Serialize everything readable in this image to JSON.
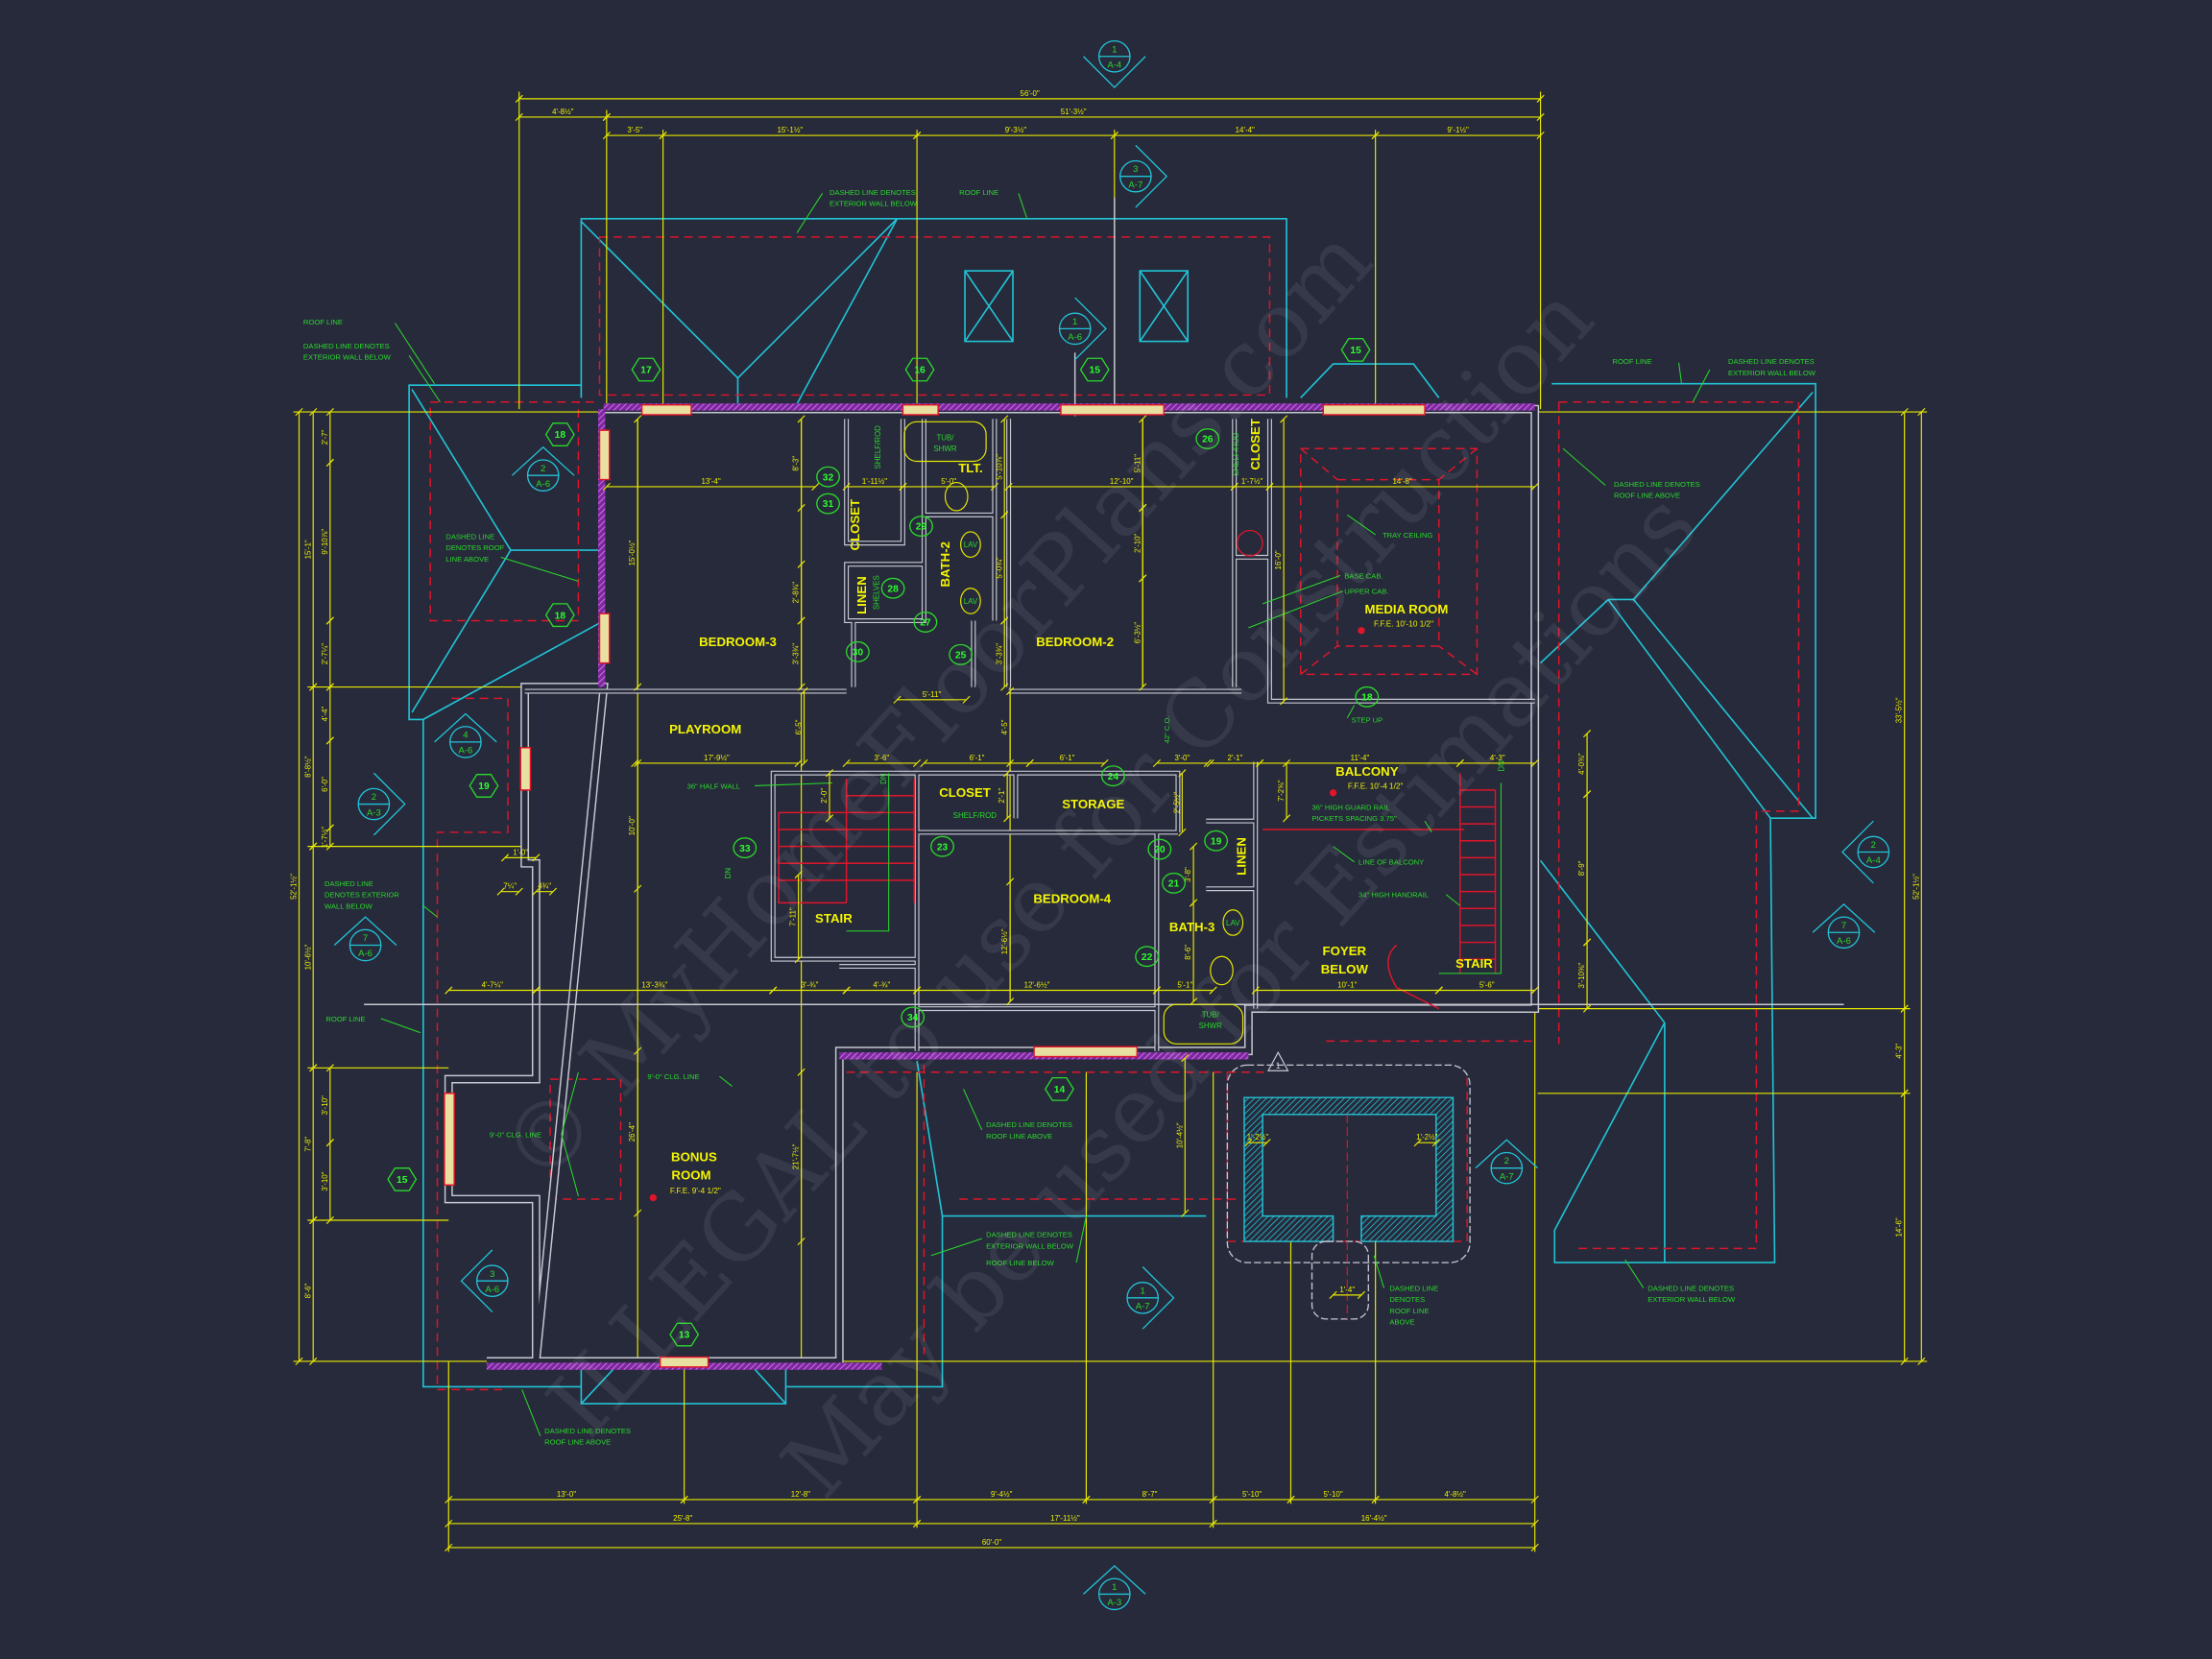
{
  "colors": {
    "background": "#262a3b",
    "dimension": "#f0f000",
    "roof_line": "#22c3d6",
    "exterior_wall_below": "#e0152a",
    "notes": "#2bd92b",
    "walls": "#c8c8d2",
    "hatched_wall": "#c040e0"
  },
  "rooms": {
    "bedroom_3": "BEDROOM-3",
    "bedroom_2": "BEDROOM-2",
    "playroom": "PLAYROOM",
    "bedroom_4": "BEDROOM-4",
    "stair_1": "STAIR",
    "stair_2": "STAIR",
    "closet_1": "CLOSET",
    "closet_2": "CLOSET",
    "closet_3": "CLOSET",
    "storage": "STORAGE",
    "bath_2": "BATH-2",
    "bath_3": "BATH-3",
    "linen_1": "LINEN",
    "linen_2": "LINEN",
    "tlt": "TLT.",
    "media_room": "MEDIA ROOM",
    "balcony": "BALCONY",
    "foyer_1": "FOYER",
    "foyer_2": "BELOW",
    "bonus_1": "BONUS",
    "bonus_2": "ROOM"
  },
  "ffe": {
    "media_room": "F.F.E. 10'-10 1/2\"",
    "balcony": "F.F.E. 10'-4 1/2\"",
    "bonus_room": "F.F.E. 9'-4 1/2\""
  },
  "fixtures": {
    "tub_1a": "TUB/",
    "tub_1b": "SHWR",
    "tub_2a": "TUB/",
    "tub_2b": "SHWR",
    "lav_1": "LAV",
    "lav_2": "LAV",
    "lav_3": "LAV",
    "shelf_rod_1": "SHELF/ROD",
    "shelf_rod_2": "SHELF/ROD",
    "shelf_rod_3": "SHELF/ROD",
    "shelves": "SHELVES",
    "dn_1": "DN",
    "dn_2": "DN",
    "dn_3": "DN"
  },
  "notes": [
    [
      "DASHED LINE DENOTES",
      "EXTERIOR WALL BELOW"
    ],
    [
      "ROOF LINE"
    ],
    [
      "ROOF LINE"
    ],
    [
      "DASHED LINE DENOTES",
      "EXTERIOR WALL BELOW"
    ],
    [
      "DASHED LINE",
      "DENOTES ROOF",
      "LINE ABOVE"
    ],
    [
      "ROOF LINE"
    ],
    [
      "DASHED LINE DENOTES",
      "EXTERIOR WALL BELOW"
    ],
    [
      "DASHED LINE DENOTES",
      "ROOF LINE ABOVE"
    ],
    [
      "TRAY CEILING"
    ],
    [
      "BASE CAB."
    ],
    [
      "UPPER CAB."
    ],
    [
      "STEP UP"
    ],
    [
      "36\" HIGH GUARD RAIL",
      "PICKETS SPACING 3.75\""
    ],
    [
      "LINE OF BALCONY"
    ],
    [
      "34\" HIGH HANDRAIL"
    ],
    [
      "36\" HALF WALL"
    ],
    [
      "42\" C.O."
    ],
    [
      "DASHED LINE",
      "DENOTES EXTERIOR",
      "WALL BELOW"
    ],
    [
      "ROOF LINE"
    ],
    [
      "9'-0\" CLG. LINE"
    ],
    [
      "9'-0\" CLG. LINE"
    ],
    [
      "DASHED LINE DENOTES",
      "ROOF LINE ABOVE"
    ],
    [
      "DASHED LINE DENOTES",
      "EXTERIOR WALL BELOW"
    ],
    [
      "ROOF LINE BELOW"
    ],
    [
      "DASHED LINE DENOTES",
      "ROOF LINE ABOVE"
    ],
    [
      "DASHED LINE",
      "DENOTES",
      "ROOF LINE",
      "ABOVE"
    ],
    [
      "DASHED LINE DENOTES",
      "EXTERIOR WALL BELOW"
    ]
  ],
  "door_tags": [
    "32",
    "31",
    "29",
    "28",
    "27",
    "30",
    "25",
    "26",
    "24",
    "23",
    "33",
    "20",
    "21",
    "19",
    "22",
    "34",
    "18"
  ],
  "window_tags": [
    "17",
    "16",
    "15",
    "15",
    "18",
    "18",
    "19",
    "15",
    "14",
    "13"
  ],
  "section_markers": [
    {
      "num": "1",
      "sheet": "A-4"
    },
    {
      "num": "3",
      "sheet": "A-7"
    },
    {
      "num": "1",
      "sheet": "A-6"
    },
    {
      "num": "2",
      "sheet": "A-6"
    },
    {
      "num": "4",
      "sheet": "A-6"
    },
    {
      "num": "2",
      "sheet": "A-3"
    },
    {
      "num": "7",
      "sheet": "A-6"
    },
    {
      "num": "3",
      "sheet": "A-6"
    },
    {
      "num": "1",
      "sheet": "A-7"
    },
    {
      "num": "2",
      "sheet": "A-7"
    },
    {
      "num": "2",
      "sheet": "A-4"
    },
    {
      "num": "7",
      "sheet": "A-6"
    },
    {
      "num": "1",
      "sheet": "A-3"
    }
  ],
  "revision_tag": "1",
  "dimensions": {
    "top": [
      "56'-0\"",
      "4'-8½\"",
      "51'-3½\"",
      "3'-5\"",
      "15'-1½\"",
      "9'-3½\"",
      "14'-4\"",
      "9'-1½\""
    ],
    "bottom": [
      "13'-0\"",
      "12'-8\"",
      "9'-4½\"",
      "8'-7\"",
      "5'-10\"",
      "5'-10\"",
      "4'-8½\"",
      "25'-8\"",
      "17'-11½\"",
      "16'-4½\"",
      "60'-0\""
    ],
    "left": [
      "52'-1½\"",
      "15'-1\"",
      "8'-8½\"",
      "10'-6½\"",
      "7'-8\"",
      "8'-6\"",
      "2'-7\"",
      "9'-10⅞\"",
      "2'-7¼\"",
      "4'-4\"",
      "6'-0\"",
      "1'-7½\"",
      "3'-10\"",
      "3'-10\""
    ],
    "right": [
      "52'-1½\"",
      "33'-5½\"",
      "4'-3\"",
      "14'-6\"",
      "4'-0⅜\"",
      "8'-9\"",
      "3'-10⅝\""
    ],
    "interior": [
      "13'-4\"",
      "1'-11½\"",
      "5'-0\"",
      "12'-10\"",
      "1'-7½\"",
      "14'-8\"",
      "15'-0½\"",
      "8'-3\"",
      "2'-8¾\"",
      "3'-3¾\"",
      "5'-10⅞\"",
      "5'-0¾\"",
      "3'-3¾\"",
      "5'-11\"",
      "2'-10\"",
      "6'-3½\"",
      "16'-0\"",
      "5'-11\"",
      "17'-9½\"",
      "3'-6\"",
      "6'-1\"",
      "6'-1\"",
      "3'-0\"",
      "2'-1\"",
      "11'-4\"",
      "4'-3\"",
      "6'-5\"",
      "10'-0\"",
      "4'-5\"",
      "2'-0\"",
      "2'-1\"",
      "2'-5½\"",
      "7'-2⅝\"",
      "3'-8\"",
      "7'-11\"",
      "12'-6½\"",
      "8'-6\"",
      "4'-7¼\"",
      "13'-3¾\"",
      "3'-¾\"",
      "4'-¾\"",
      "12'-6½\"",
      "5'-1\"",
      "10'-1\"",
      "5'-6\"",
      "1'-0\"",
      "7¼\"",
      "4¾\"",
      "26'-4\"",
      "21'-7½\"",
      "10'-4½\"",
      "1'-2½\"",
      "1'-2½\"",
      "1'-4\""
    ]
  },
  "watermark": [
    "© MyHomeFloorPlans.com",
    "ILLEGAL to use for Construction",
    "May be used for Estimations"
  ]
}
